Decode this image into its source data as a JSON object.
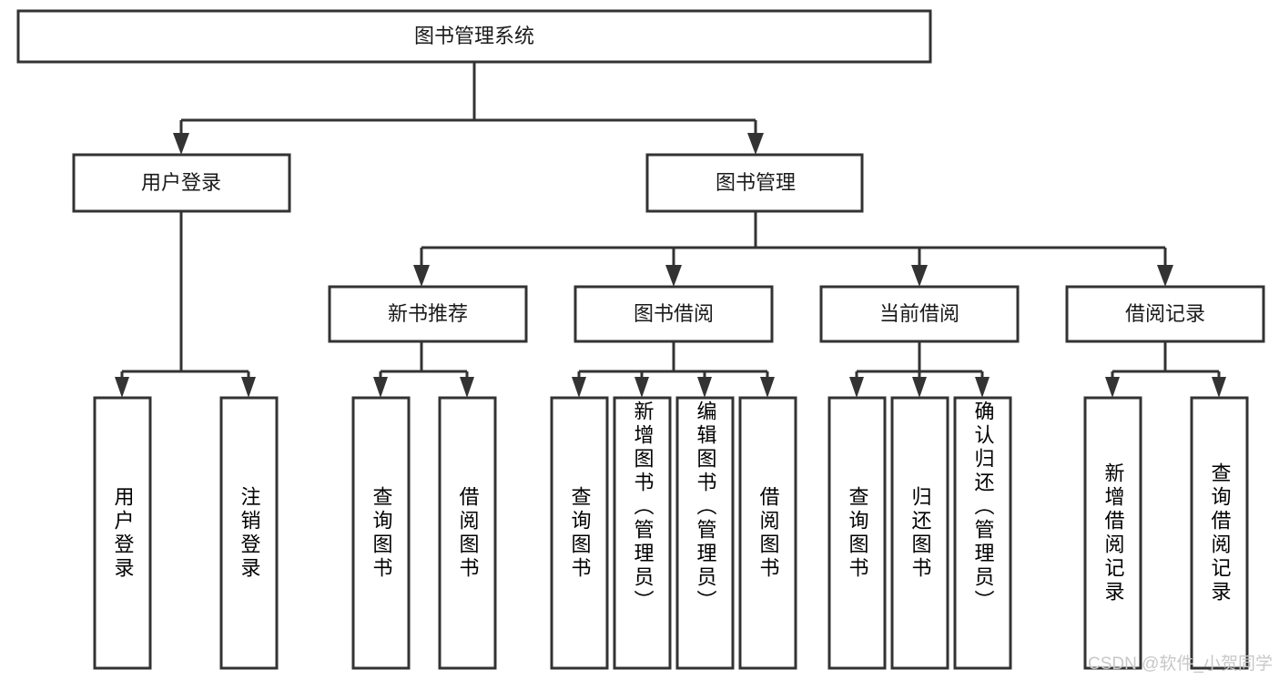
{
  "diagram": {
    "type": "tree-hierarchy",
    "title": "图书管理系统",
    "orientation": "top-down",
    "colors": {
      "box_stroke": "#333333",
      "box_fill": "#ffffff",
      "text": "#1a1a1a",
      "background": "#ffffff",
      "watermark": "#c8c8c8"
    },
    "root": {
      "label": "图书管理系统"
    },
    "level2": [
      {
        "id": "user-login",
        "label": "用户登录"
      },
      {
        "id": "book-management",
        "label": "图书管理"
      }
    ],
    "level3": [
      {
        "id": "new-book-recommend",
        "label": "新书推荐",
        "parent": "book-management"
      },
      {
        "id": "book-borrow",
        "label": "图书借阅",
        "parent": "book-management"
      },
      {
        "id": "current-borrow",
        "label": "当前借阅",
        "parent": "book-management"
      },
      {
        "id": "borrow-record",
        "label": "借阅记录",
        "parent": "book-management"
      }
    ],
    "leaves": {
      "user-login": [
        {
          "id": "leaf-user-login",
          "label": "用户登录"
        },
        {
          "id": "leaf-logout-login",
          "label": "注销登录"
        }
      ],
      "new-book-recommend": [
        {
          "id": "leaf-query-book-1",
          "label": "查询图书"
        },
        {
          "id": "leaf-borrow-book-1",
          "label": "借阅图书"
        }
      ],
      "book-borrow": [
        {
          "id": "leaf-query-book-2",
          "label": "查询图书"
        },
        {
          "id": "leaf-add-book",
          "label": "新增图书（管理员）"
        },
        {
          "id": "leaf-edit-book",
          "label": "编辑图书（管理员）"
        },
        {
          "id": "leaf-borrow-book-2",
          "label": "借阅图书"
        }
      ],
      "current-borrow": [
        {
          "id": "leaf-query-book-3",
          "label": "查询图书"
        },
        {
          "id": "leaf-return-book",
          "label": "归还图书"
        },
        {
          "id": "leaf-confirm-return",
          "label": "确认归还（管理员）"
        }
      ],
      "borrow-record": [
        {
          "id": "leaf-add-record",
          "label": "新增借阅记录"
        },
        {
          "id": "leaf-query-record",
          "label": "查询借阅记录"
        }
      ]
    }
  },
  "watermark": {
    "text": "CSDN @软件_小贺同学"
  }
}
